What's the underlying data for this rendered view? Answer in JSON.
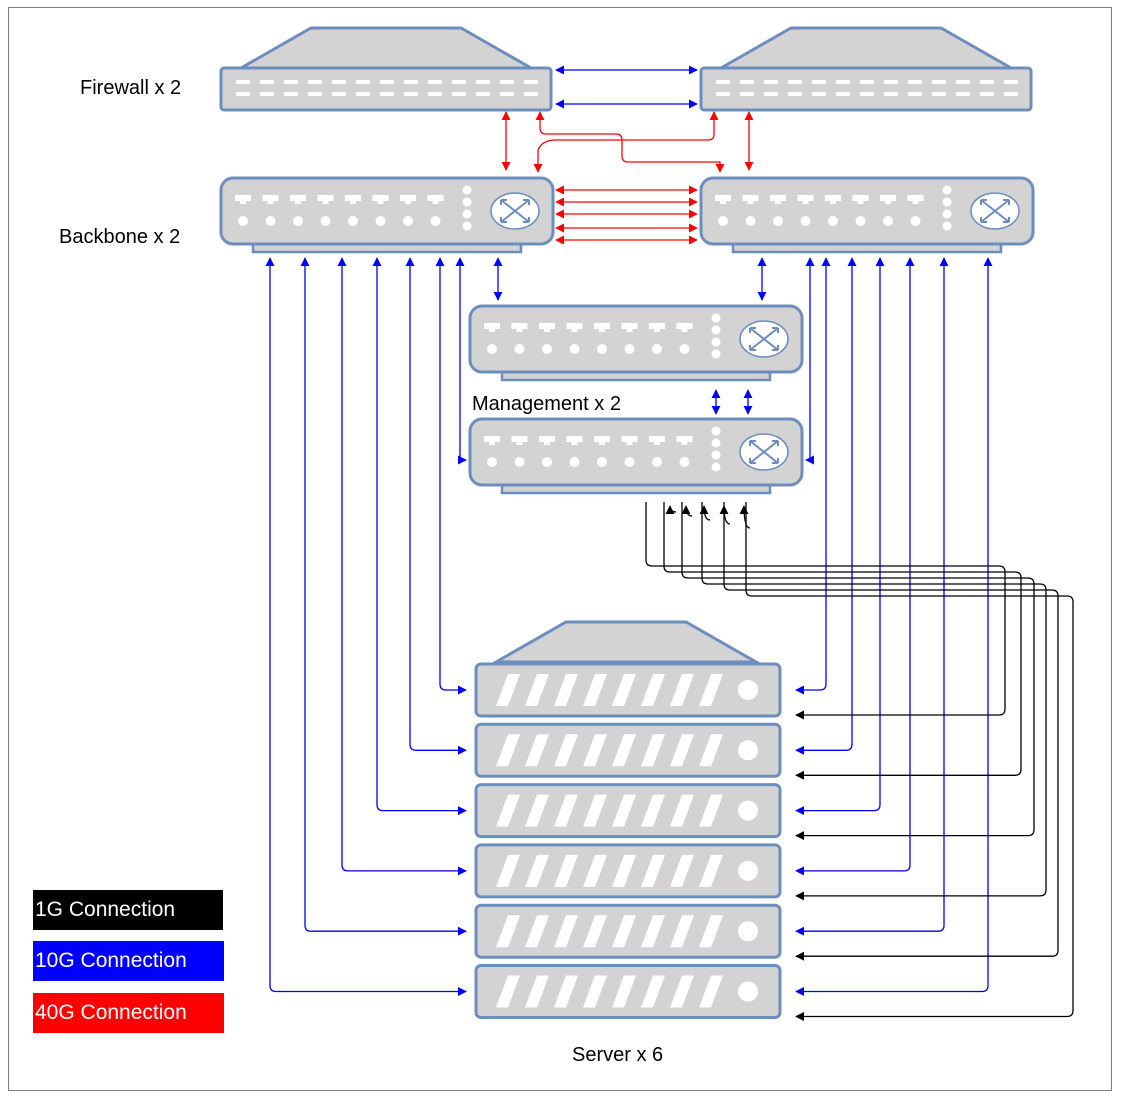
{
  "labels": {
    "firewall": "Firewall x 2",
    "backbone": "Backbone x 2",
    "management": "Management x 2",
    "server": "Server x 6"
  },
  "legend": [
    {
      "label": "1G Connection",
      "bg": "#000000",
      "fg": "#ffffff"
    },
    {
      "label": "10G Connection",
      "bg": "#0000ff",
      "fg": "#ffffff"
    },
    {
      "label": "40G Connection",
      "bg": "#ff0000",
      "fg": "#ffffff"
    }
  ],
  "colors": {
    "device_fill": "#d3d3d3",
    "device_stroke": "#6c8ebf",
    "link_1g": "#000000",
    "link_10g": "#0000ff",
    "link_40g": "#ff0000"
  },
  "devices": [
    {
      "name": "firewall-1",
      "type": "firewall"
    },
    {
      "name": "firewall-2",
      "type": "firewall"
    },
    {
      "name": "backbone-1",
      "type": "switch"
    },
    {
      "name": "backbone-2",
      "type": "switch"
    },
    {
      "name": "management-1",
      "type": "switch"
    },
    {
      "name": "management-2",
      "type": "switch"
    },
    {
      "name": "server-1",
      "type": "server"
    },
    {
      "name": "server-2",
      "type": "server"
    },
    {
      "name": "server-3",
      "type": "server"
    },
    {
      "name": "server-4",
      "type": "server"
    },
    {
      "name": "server-5",
      "type": "server"
    },
    {
      "name": "server-6",
      "type": "server"
    }
  ]
}
